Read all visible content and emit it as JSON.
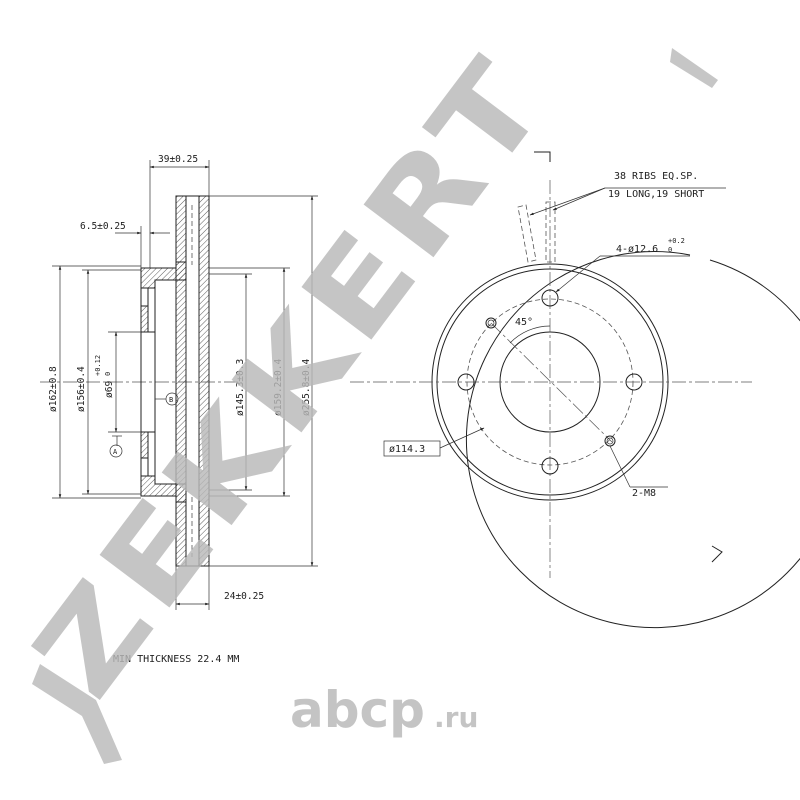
{
  "side_view": {
    "dimensions": {
      "width_overall": "39±0.25",
      "hat_offset": "6.5±0.25",
      "thickness": "24±0.25",
      "dia_162": "ø162±0.8",
      "dia_156": "ø156±0.4",
      "dia_69": "ø69",
      "dia_69_tol_upper": "+0.12",
      "dia_69_tol_lower": "0",
      "dia_145": "ø145.3±0.3",
      "dia_159": "ø159.2±0.4",
      "dia_255": "ø255.8±0.4"
    },
    "datum_a": "A",
    "datum_b": "B"
  },
  "front_view": {
    "ribs_line1": "38 RIBS EQ.SP.",
    "ribs_line2": "19 LONG,19 SHORT",
    "holes_label": "4-ø12.6",
    "holes_tol_upper": "+0.2",
    "holes_tol_lower": "0",
    "angle": "45°",
    "pcd": "ø114.3",
    "thread": "2-M8"
  },
  "min_thickness": "MIN THICKNESS 22.4 MM",
  "watermark": "ZEKKERT",
  "logo": {
    "main": "abcp",
    "suffix": ".ru"
  }
}
